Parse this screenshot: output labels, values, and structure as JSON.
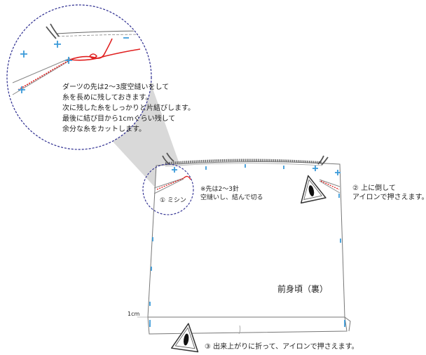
{
  "zoom_note": {
    "lines": [
      "ダーツの先は2〜3度空縫いをして",
      "糸を長めに残しておきます。",
      "次に残した糸をしっかりと片結びします。",
      "最後に結び目から1cmぐらい残して",
      "余分な糸をカットします。"
    ]
  },
  "steps": {
    "step1": "① ミシン",
    "note": {
      "line1": "※先は2〜3針",
      "line2": "空縫いし、結んで切る"
    },
    "step2": {
      "line1": "② 上に倒して",
      "line2": "アイロンで押さえます。"
    },
    "step3": "③ 出来上がりに折って、アイロンで押さえます。"
  },
  "labels": {
    "front_body": "前身頃（裏）",
    "hem_allowance": "1cm"
  },
  "colors": {
    "thread": "#e02020",
    "mark": "#3a9ad9",
    "outline": "#555555",
    "zoom_border": "#2b2b8f",
    "callout_shade": "#d9d9d9"
  }
}
